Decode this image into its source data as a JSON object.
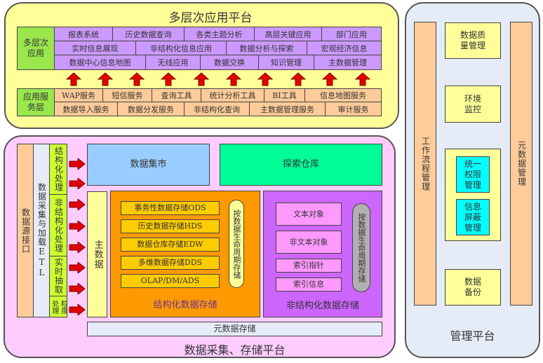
{
  "top_platform": {
    "title": "多层次应用平台",
    "app_layer": {
      "label": "多层次\n应用",
      "rows": [
        [
          "报表系统",
          "历史数据查询",
          "各类主题分析",
          "高层关键应用",
          "部门应用"
        ],
        [
          "实时信息展现",
          "非结构化信息应用",
          "数据分析与探索",
          "宏观经济信息"
        ],
        [
          "数据中心信息地图",
          "无线应用",
          "数据交换",
          "知识管理",
          "主数据管理"
        ]
      ]
    },
    "service_layer": {
      "label": "应用服\n务层",
      "rows": [
        [
          "WAP服务",
          "短信服务",
          "查询工具",
          "统计分析工具",
          "BI工具",
          "信息地图服务"
        ],
        [
          "数据导入服务",
          "数据分发服务",
          "非结构化查询",
          "主数据管理服务",
          "审计服务"
        ]
      ]
    },
    "arrow_count": 10
  },
  "storage_platform": {
    "title": "数据采集、存储平台",
    "data_source_interface": "数据源接口",
    "etl": "数据采集与加载ETL",
    "processing": [
      "结构化处理",
      "非结构化处理",
      "实时抽取",
      "粒度处理"
    ],
    "arrow_count": 8,
    "data_mart": "数据集市",
    "exploration_warehouse": "探索仓库",
    "master_data": "主数据",
    "structured": {
      "title": "结构化数据存储",
      "items": [
        "事务性数据存储ODS",
        "历史数据存储HDS",
        "数据仓库存储EDW",
        "多维数据存储DDS",
        "OLAP/DM/ADS"
      ],
      "lifecycle": "按数据生命周期存储"
    },
    "unstructured": {
      "title": "非结构化数据存储",
      "items": [
        "文本对象",
        "非文本对象",
        "索引指针",
        "索引信息"
      ],
      "lifecycle": "按数据生命周期存储"
    },
    "metadata_storage": "元数据存储"
  },
  "management_platform": {
    "title": "管理平台",
    "workflow": "工作流程管理",
    "metadata_mgmt": "元数据管理",
    "data_quality": "数据质\n量管理",
    "env_monitor": "环境\n监控",
    "unified_auth": "统一\n权限\n管理",
    "info_masking": "信息\n屏蔽\n管理",
    "data_backup": "数据\n备份"
  },
  "colors": {
    "top_bg": "#FFFF99",
    "app_cell": "#CC99FF",
    "service_cell": "#FFCC99",
    "label_green": "#99E64D",
    "arrow_red": "#E00000",
    "storage_bg": "#FFCCFF",
    "data_mart": "#99CCFF",
    "exploration": "#00FF99",
    "master_data": "#FFFF99",
    "structured_bg": "#FF9900",
    "structured_item": "#FFCC00",
    "unstructured_bg": "#CC66FF",
    "unstructured_item": "#FF99FF",
    "lifecycle_grey": "#B0B0B0",
    "mgmt_bg": "#E6ECF7",
    "cyan": "#00FFFF"
  }
}
